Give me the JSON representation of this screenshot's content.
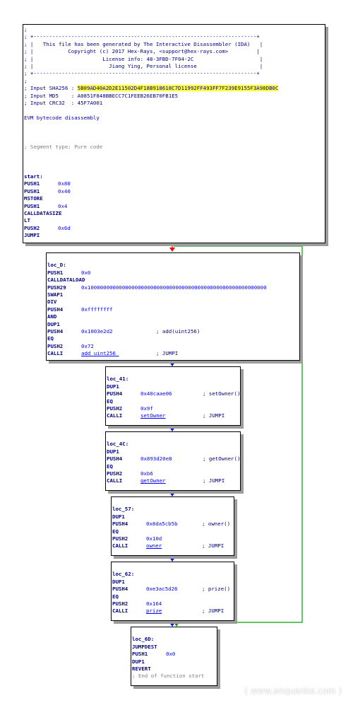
{
  "header": {
    "lines": [
      {
        "text": ";"
      },
      {
        "text": "; +-----------------------------------------------------------------------+"
      },
      {
        "text": "; |   This file has been generated by The Interactive Disassembler (IDA)   |"
      },
      {
        "text": "; |           Copyright (c) 2017 Hex-Rays, <support@hex-rays.com>         |"
      },
      {
        "text": "; |                      License info: 48-3FBD-7F04-2C                     |"
      },
      {
        "text": "; |                        Jiang Ying, Personal license                    |"
      },
      {
        "text": "; +-----------------------------------------------------------------------+"
      },
      {
        "text": ";"
      },
      {
        "label": "; Input SHA256 : ",
        "value": "5B09AD40A2D2E11502D4F18B918618C7D11992FF493FF7F239E9155F3A98DB0C",
        "hl": true
      },
      {
        "label": "; Input MD5    : ",
        "value": "A0851F848BBECC7C1FEEB26EB70FB1E5"
      },
      {
        "label": "; Input CRC32  : ",
        "value": "45F7A001"
      },
      {
        "text": ""
      },
      {
        "text": "EVM bytecode disassembly",
        "cls": "blue"
      },
      {
        "text": ""
      },
      {
        "text": ""
      },
      {
        "text": ""
      },
      {
        "text": "; Segment type: Pure code",
        "cls": "gray"
      },
      {
        "text": ""
      },
      {
        "text": ""
      },
      {
        "text": ""
      },
      {
        "text": "start:",
        "cls": "lbl"
      },
      {
        "mn": "PUSH1",
        "arg": "0x80"
      },
      {
        "mn": "PUSH1",
        "arg": "0x40"
      },
      {
        "mn": "MSTORE"
      },
      {
        "mn": "PUSH1",
        "arg": "0x4"
      },
      {
        "mn": "CALLDATASIZE"
      },
      {
        "mn": "LT"
      },
      {
        "mn": "PUSH2",
        "arg": "0x6d"
      },
      {
        "mn": "JUMPI"
      }
    ]
  },
  "blocks": {
    "loc_D": {
      "lines": [
        {
          "text": ""
        },
        {
          "text": "loc_D:",
          "cls": "lbl"
        },
        {
          "mn": "PUSH1",
          "arg": "0x0"
        },
        {
          "mn": "CALLDATALOAD"
        },
        {
          "mn": "PUSH29",
          "arg": "0x100000000000000000000000000000000000000000000000000000000"
        },
        {
          "mn": "SWAP1"
        },
        {
          "mn": "DIV"
        },
        {
          "mn": "PUSH4",
          "arg": "0xffffffff"
        },
        {
          "mn": "AND"
        },
        {
          "mn": "DUP1"
        },
        {
          "mn": "PUSH4",
          "arg": "0x1003e2d2",
          "cmt": "; add(uint256)"
        },
        {
          "mn": "EQ"
        },
        {
          "mn": "PUSH2",
          "arg": "0x72"
        },
        {
          "mn": "CALLI",
          "arg": "add_uint256_",
          "u": true,
          "cmt": "; JUMPI"
        }
      ]
    },
    "loc_41": {
      "lines": [
        {
          "text": ""
        },
        {
          "text": "loc_41:",
          "cls": "lbl"
        },
        {
          "mn": "DUP1"
        },
        {
          "mn": "PUSH4",
          "arg": "0x40caae06",
          "cmt": "; setOwner()"
        },
        {
          "mn": "EQ"
        },
        {
          "mn": "PUSH2",
          "arg": "0x9f"
        },
        {
          "mn": "CALLI",
          "arg": "setOwner",
          "u": true,
          "cmt": "; JUMPI"
        }
      ]
    },
    "loc_4C": {
      "lines": [
        {
          "text": ""
        },
        {
          "text": "loc_4C:",
          "cls": "lbl"
        },
        {
          "mn": "DUP1"
        },
        {
          "mn": "PUSH4",
          "arg": "0x893d20e8",
          "cmt": "; getOwner()"
        },
        {
          "mn": "EQ"
        },
        {
          "mn": "PUSH2",
          "arg": "0xb6"
        },
        {
          "mn": "CALLI",
          "arg": "getOwner",
          "u": true,
          "cmt": "; JUMPI"
        }
      ]
    },
    "loc_57": {
      "lines": [
        {
          "text": ""
        },
        {
          "text": "loc_57:",
          "cls": "lbl"
        },
        {
          "mn": "DUP1"
        },
        {
          "mn": "PUSH4",
          "arg": "0x8da5cb5b",
          "cmt": "; owner()"
        },
        {
          "mn": "EQ"
        },
        {
          "mn": "PUSH2",
          "arg": "0x10d"
        },
        {
          "mn": "CALLI",
          "arg": "owner",
          "u": true,
          "cmt": "; JUMPI"
        }
      ]
    },
    "loc_62": {
      "lines": [
        {
          "text": ""
        },
        {
          "text": "loc_62:",
          "cls": "lbl"
        },
        {
          "mn": "DUP1"
        },
        {
          "mn": "PUSH4",
          "arg": "0xe3ac5d26",
          "cmt": "; prize()"
        },
        {
          "mn": "EQ"
        },
        {
          "mn": "PUSH2",
          "arg": "0x164"
        },
        {
          "mn": "CALLI",
          "arg": "prize",
          "u": true,
          "cmt": "; JUMPI"
        }
      ]
    },
    "loc_6D": {
      "lines": [
        {
          "text": ""
        },
        {
          "text": "loc_6D:",
          "cls": "lbl"
        },
        {
          "mn": "JUMPDEST"
        },
        {
          "mn": "PUSH1",
          "arg": "0x0"
        },
        {
          "mn": "DUP1"
        },
        {
          "mn": "REVERT"
        },
        {
          "text": "; End of function start",
          "cls": "gray"
        }
      ]
    }
  },
  "edge_colors": {
    "true_branch": "#00a000",
    "false_branch": "#ff0000",
    "flow": "#0000ff"
  },
  "watermark": "( www.anquanke.com )"
}
